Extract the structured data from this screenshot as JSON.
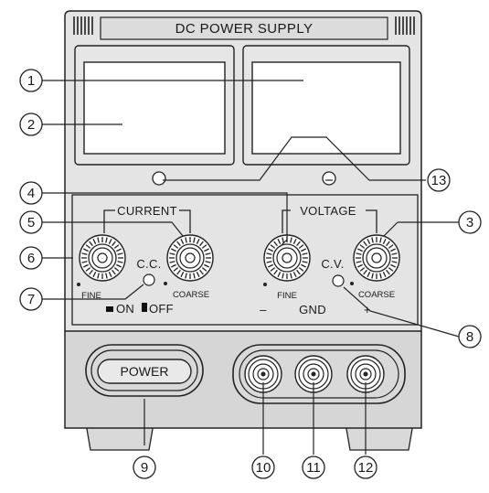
{
  "panel": {
    "title": "DC POWER SUPPLY",
    "current_label": "CURRENT",
    "voltage_label": "VOLTAGE",
    "fine_label": "FINE",
    "coarse_label": "COARSE",
    "cc_label": "C.C.",
    "cv_label": "C.V.",
    "on_label": "ON",
    "off_label": "OFF",
    "minus_label": "–",
    "gnd_label": "GND",
    "plus_label": "+",
    "power_label": "POWER"
  },
  "callouts": [
    "1",
    "2",
    "3",
    "4",
    "5",
    "6",
    "7",
    "8",
    "9",
    "10",
    "11",
    "12",
    "13"
  ]
}
